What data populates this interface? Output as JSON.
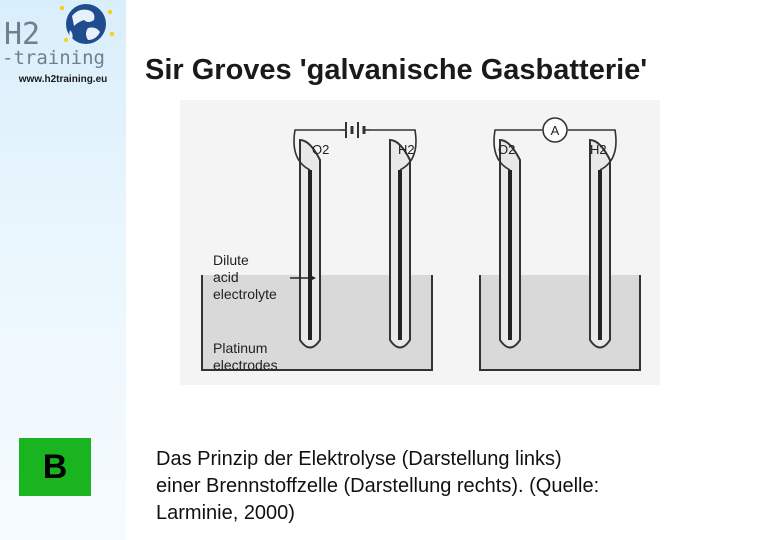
{
  "sidebar": {
    "logo_h2": "H2",
    "logo_training": "-training",
    "url": "www.h2training.eu",
    "badge": "B"
  },
  "title": "Sir Groves 'galvanische Gasbatterie'",
  "figure": {
    "labels": {
      "o2_left": "O2",
      "h2_left": "H2",
      "o2_right": "O2",
      "h2_right": "H2",
      "ammeter": "A",
      "dilute": "Dilute",
      "acid": "acid",
      "electrolyte": "electrolyte",
      "platinum": "Platinum",
      "electrodes": "electrodes"
    }
  },
  "caption": "Das Prinzip der Elektrolyse (Darstellung links) einer Brennstoffzelle (Darstellung rechts). (Quelle: Larminie, 2000)"
}
